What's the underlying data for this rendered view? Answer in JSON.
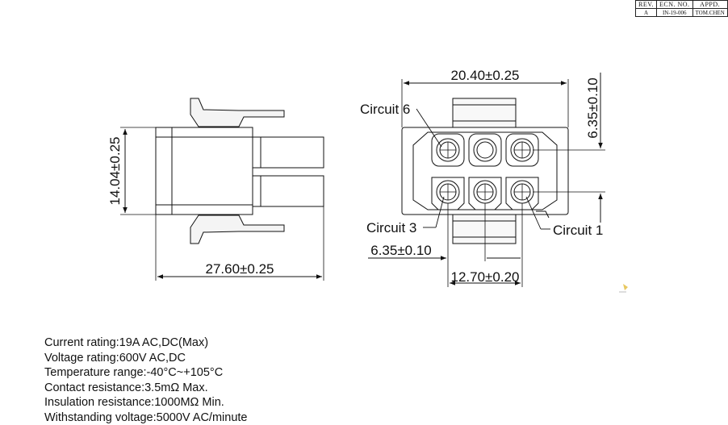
{
  "revision_table": {
    "headers": [
      "REV.",
      "ECN. NO.",
      "APPD."
    ],
    "row": [
      "A",
      "IN-19-006",
      "TOM.CHEN"
    ]
  },
  "side_view": {
    "height_dim": "14.04±0.25",
    "length_dim": "27.60±0.25"
  },
  "front_view": {
    "width_dim": "20.40±0.25",
    "row_pitch_dim": "6.35±0.10",
    "col_pitch_dim": "6.35±0.10",
    "span_dim": "12.70±0.20",
    "callouts": {
      "circuit_6": "Circuit 6",
      "circuit_3": "Circuit 3",
      "circuit_1": "Circuit 1"
    }
  },
  "specs": [
    "Current rating:19A AC,DC(Max)",
    "Voltage rating:600V AC,DC",
    "Temperature range:-40°C~+105°C",
    "Contact resistance:3.5mΩ Max.",
    "Insulation resistance:1000MΩ Min.",
    "Withstanding voltage:5000V AC/minute"
  ]
}
